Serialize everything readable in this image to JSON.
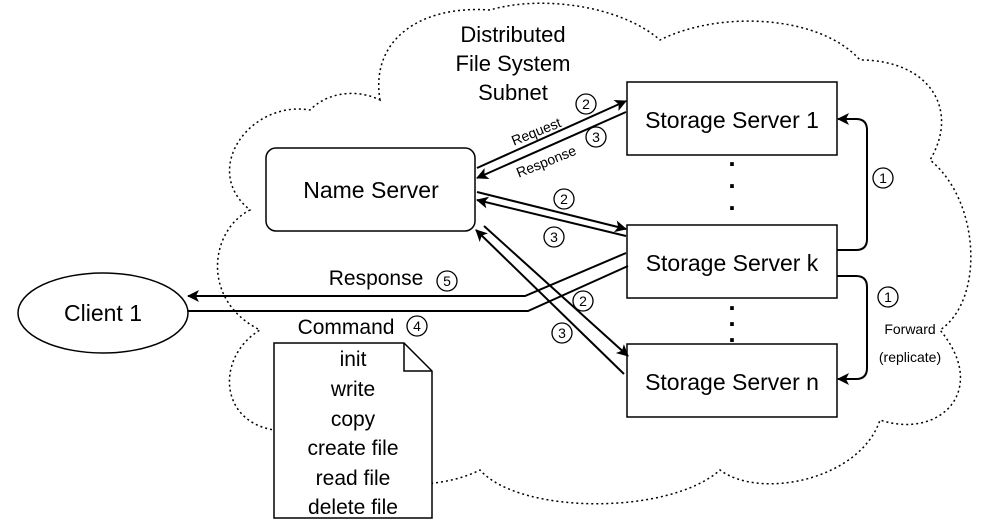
{
  "cloud": {
    "title_lines": [
      "Distributed",
      "File System",
      "Subnet"
    ]
  },
  "nodes": {
    "client": "Client 1",
    "name_server": "Name Server",
    "storage_1": "Storage Server 1",
    "storage_k": "Storage Server k",
    "storage_n": "Storage Server n"
  },
  "labels": {
    "request": "Request",
    "response_small": "Response",
    "response": "Response",
    "command": "Command",
    "forward": "Forward",
    "replicate": "(replicate)"
  },
  "steps": {
    "s1": "1",
    "s2": "2",
    "s3": "3",
    "s4": "4",
    "s5": "5"
  },
  "commands": [
    "init",
    "write",
    "copy",
    "create file",
    "read file",
    "delete file"
  ],
  "ellipsis_dots": [
    ".",
    ".",
    "."
  ]
}
